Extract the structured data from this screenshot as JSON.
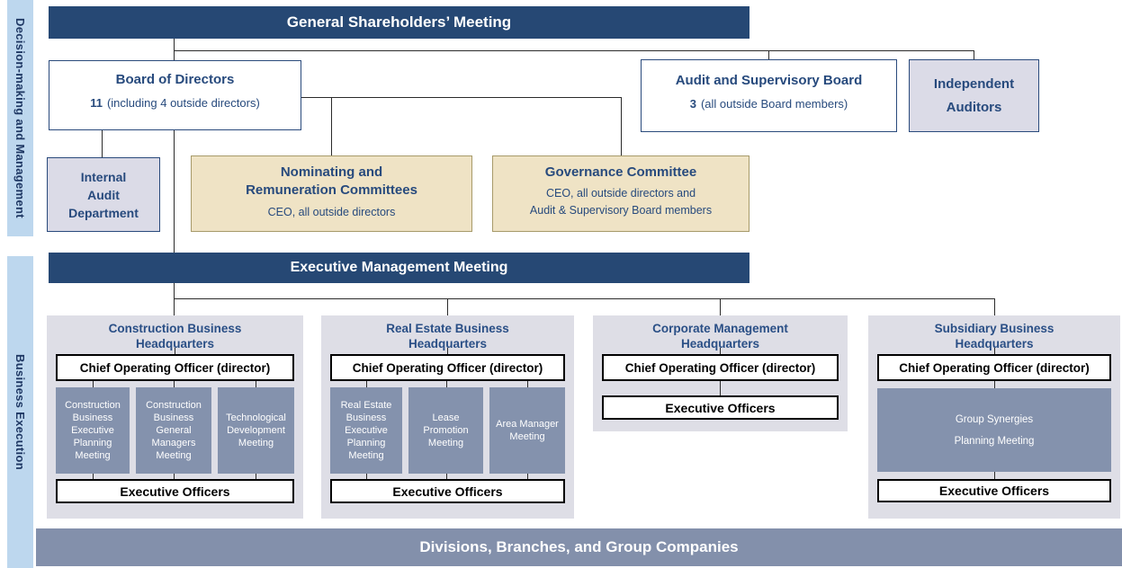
{
  "sidebar": {
    "decision": "Decision-making and Management",
    "business": "Business Execution"
  },
  "bars": {
    "top": "General Shareholders’ Meeting",
    "executive": "Executive Management Meeting",
    "bottom": "Divisions, Branches, and Group Companies"
  },
  "board": {
    "title": "Board of Directors",
    "count": "11",
    "note": "(including 4 outside directors)"
  },
  "audit": {
    "title": "Audit and Supervisory Board",
    "count": "3",
    "note": "(all outside Board members)"
  },
  "independent": {
    "l1": "Independent",
    "l2": "Auditors"
  },
  "internal": {
    "l1": "Internal",
    "l2": "Audit",
    "l3": "Department"
  },
  "nominating": {
    "title": "Nominating and Remuneration Committees",
    "sub": "CEO, all outside directors"
  },
  "governance": {
    "title": "Governance Committee",
    "sub1": "CEO, all outside directors and",
    "sub2": "Audit & Supervisory Board members"
  },
  "hq": [
    {
      "title": "Construction Business Headquarters",
      "coo": "Chief Operating Officer (director)",
      "meetings": [
        "Construction Business Executive Planning Meeting",
        "Construction Business General Managers Meeting",
        "Technological Development Meeting"
      ],
      "officers": "Executive Officers"
    },
    {
      "title": "Real Estate Business Headquarters",
      "coo": "Chief Operating Officer (director)",
      "meetings": [
        "Real Estate Business Executive Planning Meeting",
        "Lease Promotion Meeting",
        "Area Manager Meeting"
      ],
      "officers": "Executive Officers"
    },
    {
      "title": "Corporate Management Headquarters",
      "coo": "Chief Operating Officer (director)",
      "meetings": [],
      "officers": "Executive Officers"
    },
    {
      "title": "Subsidiary Business Headquarters",
      "coo": "Chief Operating Officer (director)",
      "meetings": [
        "Group Synergies Planning Meeting"
      ],
      "officers": "Executive Officers"
    }
  ],
  "colors": {
    "navy_bar": "#264874",
    "navy_text": "#274A7D",
    "light_blue_strip": "#BDD7EE",
    "lavender_fill": "#DBDBE7",
    "tan_fill": "#EFE3C5",
    "tan_border": "#A79A6A",
    "slate_fill": "#8492AD",
    "panel_fill": "#DEDEE6",
    "bottom_bar": "#8390AB"
  }
}
